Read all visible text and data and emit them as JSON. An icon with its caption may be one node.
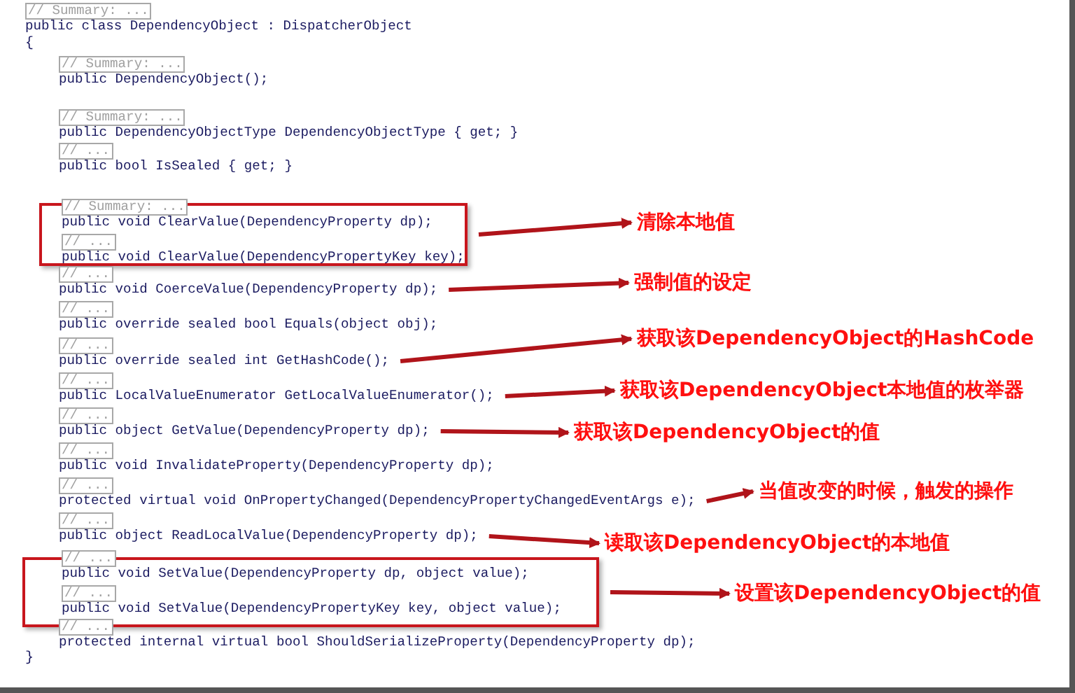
{
  "diagram": {
    "nodes": [
      {
        "text": [
          "public class DependencyObject : DispatcherObject"
        ],
        "beside": [
          "// Summary: ..."
        ]
      },
      {
        "text": [
          "public DependencyObject();"
        ],
        "beside": [
          "// Summary: ..."
        ]
      },
      {
        "text": [
          "public DependencyObjectType DependencyObjectType { get; }"
        ],
        "beside": [
          "// Summary: ..."
        ]
      },
      {
        "text": [
          "public bool IsSealed { get; }"
        ],
        "beside": [
          "// ..."
        ]
      },
      {
        "text": [],
        "shape": "box"
      },
      {
        "text": [
          "public void ClearValue(DependencyProperty dp);"
        ],
        "beside": [
          "// Summary: ..."
        ],
        "in": 4
      },
      {
        "text": [
          "public void ClearValue(DependencyPropertyKey key);"
        ],
        "beside": [
          "// ..."
        ],
        "in": 4
      },
      {
        "text": [
          "public void CoerceValue(DependencyProperty dp);"
        ],
        "beside": [
          "// ..."
        ]
      },
      {
        "text": [
          "public override sealed bool Equals(object obj);"
        ],
        "beside": [
          "// ..."
        ]
      },
      {
        "text": [
          "public override sealed int GetHashCode();"
        ],
        "beside": [
          "// ..."
        ]
      },
      {
        "text": [
          "public LocalValueEnumerator GetLocalValueEnumerator();"
        ],
        "beside": [
          "// ..."
        ]
      },
      {
        "text": [
          "public object GetValue(DependencyProperty dp);"
        ],
        "beside": [
          "// ..."
        ]
      },
      {
        "text": [
          "public void InvalidateProperty(DependencyProperty dp);"
        ],
        "beside": [
          "// ..."
        ]
      },
      {
        "text": [
          "protected virtual void OnPropertyChanged(DependencyPropertyChangedEventArgs e);"
        ],
        "beside": [
          "// ..."
        ]
      },
      {
        "text": [
          "public object ReadLocalValue(DependencyProperty dp);"
        ],
        "beside": [
          "// ..."
        ]
      },
      {
        "text": [],
        "shape": "box"
      },
      {
        "text": [
          "public void SetValue(DependencyProperty dp, object value);"
        ],
        "beside": [
          "// ..."
        ],
        "in": 15
      },
      {
        "text": [
          "public void SetValue(DependencyPropertyKey key, object value);"
        ],
        "beside": [
          "// ..."
        ],
        "in": 15
      },
      {
        "text": [
          "protected internal virtual bool ShouldSerializeProperty(DependencyProperty dp);"
        ],
        "beside": [
          "// ..."
        ]
      },
      {
        "text": [
          "清除本地值"
        ]
      },
      {
        "text": [
          "强制值的设定"
        ]
      },
      {
        "text": [
          "获取该DependencyObject的HashCode"
        ]
      },
      {
        "text": [
          "获取该DependencyObject本地值的枚举器"
        ]
      },
      {
        "text": [
          "获取该DependencyObject的值"
        ]
      },
      {
        "text": [
          "当值改变的时候，触发的操作"
        ]
      },
      {
        "text": [
          "读取该DependencyObject的本地值"
        ]
      },
      {
        "text": [
          "设置该DependencyObject的值"
        ]
      }
    ],
    "edges": [
      {
        "from": 4,
        "to": 19,
        "arrow": "to"
      },
      {
        "from": 7,
        "to": 20,
        "arrow": "to"
      },
      {
        "from": 9,
        "to": 21,
        "arrow": "to"
      },
      {
        "from": 10,
        "to": 22,
        "arrow": "to"
      },
      {
        "from": 11,
        "to": 23,
        "arrow": "to"
      },
      {
        "from": 13,
        "to": 24,
        "arrow": "to"
      },
      {
        "from": 14,
        "to": 25,
        "arrow": "to"
      },
      {
        "from": 15,
        "to": 26,
        "arrow": "to"
      }
    ],
    "labels": [
      "{",
      "}"
    ]
  }
}
